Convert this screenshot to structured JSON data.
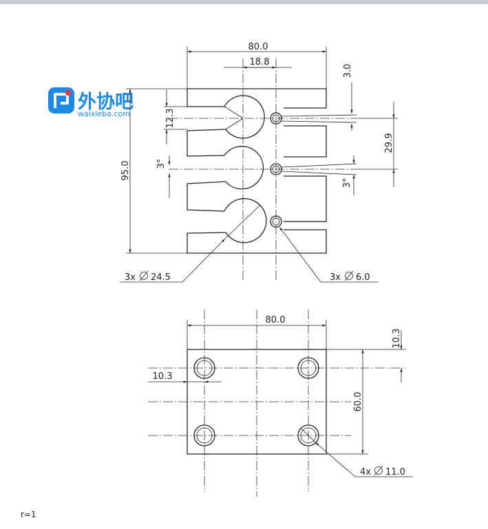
{
  "colors": {
    "top_bar": "#c8c9d6",
    "logo_blue": "#1e88e5",
    "logo_red": "#e53935",
    "line": "#222222"
  },
  "logo": {
    "icon": "waixieba-logo-icon",
    "name": "外协吧",
    "domain": "waixieba.com"
  },
  "top_view": {
    "overall_width": "80.0",
    "hole_offset": "18.8",
    "slot_width": "3.0",
    "slot_height": "12.3",
    "overall_height": "95.0",
    "pitch": "29.9",
    "angle_left": "3°",
    "angle_right": "3°",
    "large_hole_callout": "3x",
    "large_hole_diameter": "24.5",
    "small_hole_callout": "3x",
    "small_hole_diameter": "6.0"
  },
  "bottom_view": {
    "overall_width": "80.0",
    "edge_offset_top": "10.3",
    "edge_offset_left": "10.3",
    "overall_height": "60.0",
    "hole_callout": "4x",
    "hole_diameter": "11.0"
  },
  "footer_note": "r=1"
}
